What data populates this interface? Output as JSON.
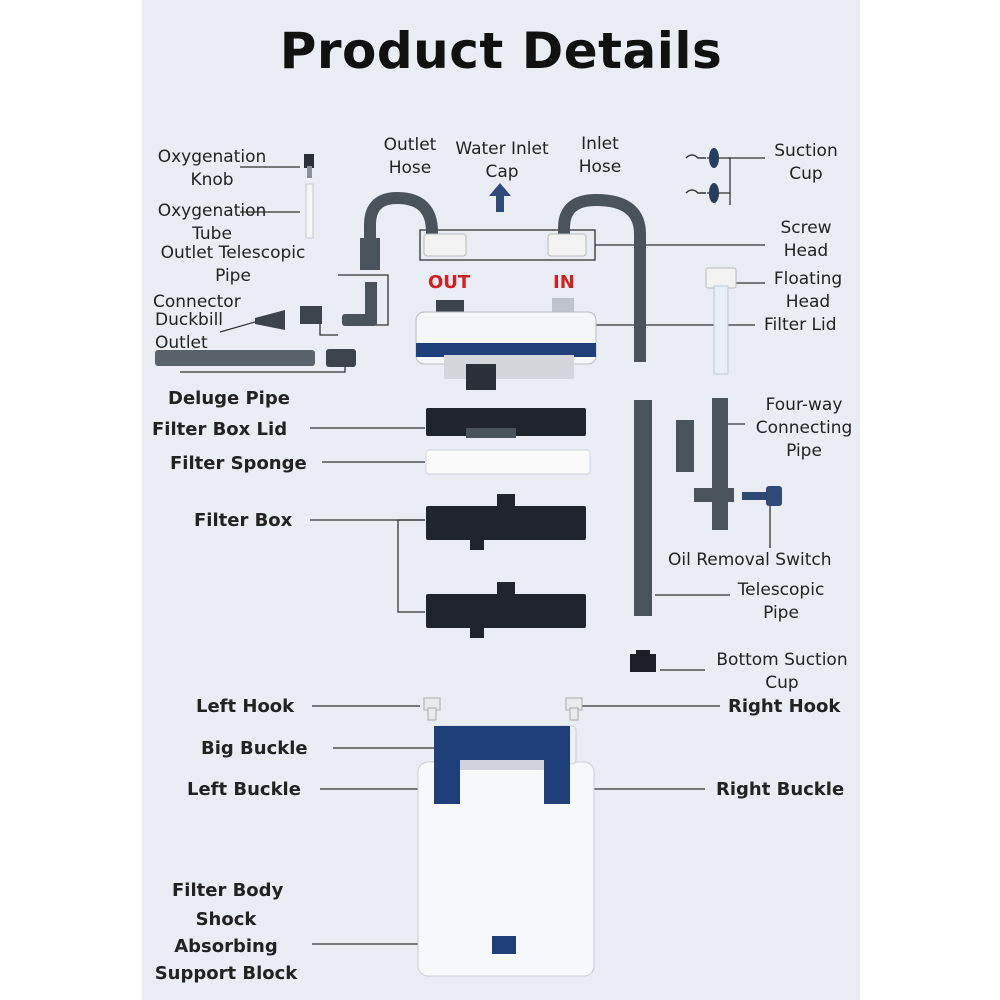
{
  "title": "Product Details",
  "labels": {
    "oxygenation_knob": "Oxygenation Knob",
    "oxygenation_tube": "Oxygenation Tube",
    "outlet_telescopic_pipe": "Outlet Telescopic Pipe",
    "connector": "Connector",
    "duckbill_outlet": "Duckbill Outlet",
    "deluge_pipe": "Deluge Pipe",
    "outlet_hose": "Outlet Hose",
    "water_inlet_cap": "Water Inlet Cap",
    "inlet_hose": "Inlet Hose",
    "out": "OUT",
    "in": "IN",
    "suction_cup": "Suction Cup",
    "screw_head": "Screw Head",
    "floating_head": "Floating Head",
    "filter_lid": "Filter Lid",
    "filter_box_lid": "Filter Box Lid",
    "filter_sponge": "Filter Sponge",
    "filter_box": "Filter Box",
    "four_way_connecting_pipe": "Four-way Connecting Pipe",
    "oil_removal_switch": "Oil Removal Switch",
    "telescopic_pipe": "Telescopic Pipe",
    "bottom_suction_cup": "Bottom Suction Cup",
    "left_hook": "Left Hook",
    "right_hook": "Right Hook",
    "big_buckle": "Big Buckle",
    "left_buckle": "Left Buckle",
    "right_buckle": "Right Buckle",
    "filter_body": "Filter Body",
    "shock_absorbing_support_block": "Shock Absorbing Support Block"
  }
}
